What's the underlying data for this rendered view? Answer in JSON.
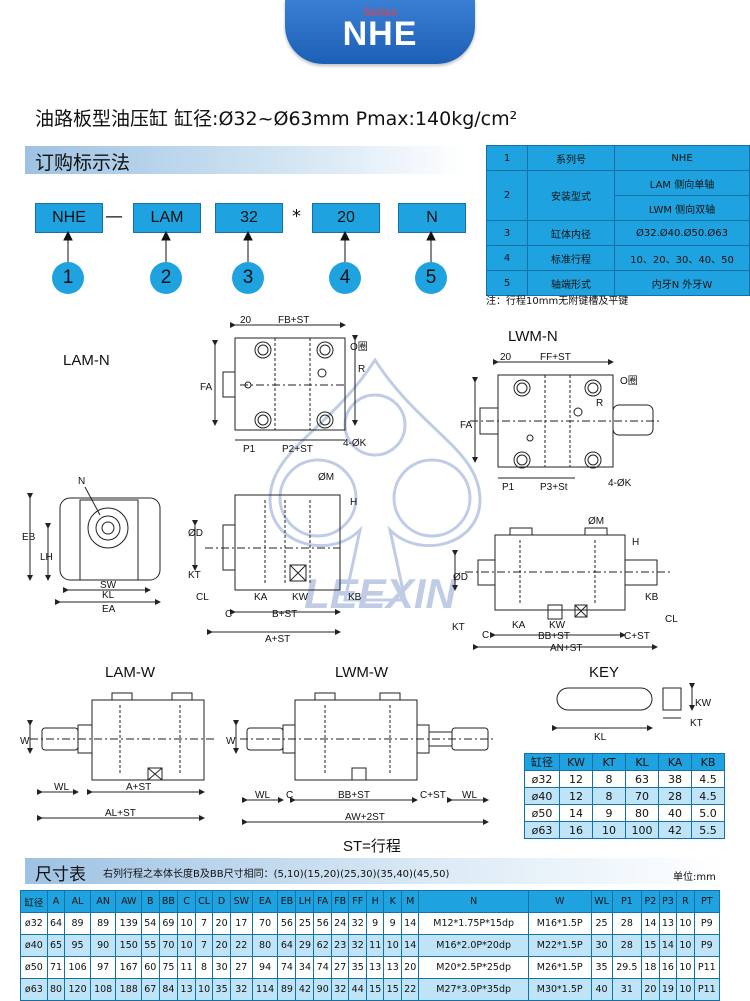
{
  "header": {
    "series_label": "Series",
    "title": "NHE"
  },
  "subtitle": "油路板型油压缸    缸径:Ø32~Ø63mm    Pmax:140kg/cm²",
  "order_section": {
    "title": "订购标示法",
    "codes": [
      "NHE",
      "LAM",
      "32",
      "20",
      "N"
    ],
    "separators": [
      "—",
      "*"
    ],
    "numbers": [
      "1",
      "2",
      "3",
      "4",
      "5"
    ]
  },
  "spec_table": {
    "rows": [
      {
        "num": "1",
        "label": "系列号",
        "values": [
          "NHE"
        ]
      },
      {
        "num": "2",
        "label": "安装型式",
        "values": [
          "LAM 侧向单轴",
          "LWM 侧向双轴"
        ]
      },
      {
        "num": "3",
        "label": "缸体内径",
        "values": [
          "Ø32.Ø40.Ø50.Ø63"
        ]
      },
      {
        "num": "4",
        "label": "标准行程",
        "values": [
          "10、20、30、40、50"
        ]
      },
      {
        "num": "5",
        "label": "轴端形式",
        "values": [
          "内牙N  外牙W"
        ]
      }
    ],
    "note": "注：行程10mm无附键槽及平键"
  },
  "drawings": {
    "lam_n": "LAM-N",
    "lwm_n": "LWM-N",
    "lam_w": "LAM-W",
    "lwm_w": "LWM-W",
    "key": "KEY",
    "st_note": "ST=行程",
    "watermark": "LEEXIN",
    "dims": {
      "d20": "20",
      "fb_st": "FB+ST",
      "ff_st": "FF+ST",
      "o_ring": "O圈",
      "fa": "FA",
      "r": "R",
      "p1": "P1",
      "p2_st": "P2+ST",
      "p3_st": "P3+St",
      "k4": "4-ØK",
      "n": "N",
      "eb": "EB",
      "lh": "LH",
      "sw": "SW",
      "kl": "KL",
      "ea": "EA",
      "om": "ØM",
      "h": "H",
      "od": "ØD",
      "kt": "KT",
      "cl": "CL",
      "ka": "KA",
      "kw": "KW",
      "kb": "KB",
      "c": "C",
      "b_st": "B+ST",
      "a_st": "A+ST",
      "bb_st": "BB+ST",
      "c_st": "C+ST",
      "an_st": "AN+ST",
      "w": "W",
      "wl": "WL",
      "al_st": "AL+ST",
      "aw_2st": "AW+2ST"
    }
  },
  "key_table": {
    "headers": [
      "缸径",
      "KW",
      "KT",
      "KL",
      "KA",
      "KB"
    ],
    "rows": [
      [
        "ø32",
        "12",
        "8",
        "63",
        "38",
        "4.5"
      ],
      [
        "ø40",
        "12",
        "8",
        "70",
        "28",
        "4.5"
      ],
      [
        "ø50",
        "14",
        "9",
        "80",
        "40",
        "5.0"
      ],
      [
        "ø63",
        "16",
        "10",
        "100",
        "42",
        "5.5"
      ]
    ]
  },
  "dim_section": {
    "title": "尺寸表",
    "note": "右列行程之本体长度B及BB尺寸相同：(5,10)(15,20)(25,30)(35,40)(45,50)",
    "unit": "单位:mm",
    "headers": [
      "缸径",
      "A",
      "AL",
      "AN",
      "AW",
      "B",
      "BB",
      "C",
      "CL",
      "D",
      "SW",
      "EA",
      "EB",
      "LH",
      "FA",
      "FB",
      "FF",
      "H",
      "K",
      "M",
      "N",
      "W",
      "WL",
      "P1",
      "P2",
      "P3",
      "R",
      "PT"
    ],
    "rows": [
      [
        "ø32",
        "64",
        "89",
        "89",
        "139",
        "54",
        "69",
        "10",
        "7",
        "20",
        "17",
        "70",
        "56",
        "25",
        "56",
        "24",
        "32",
        "9",
        "9",
        "14",
        "M12*1.75P*15dp",
        "M16*1.5P",
        "25",
        "28",
        "14",
        "13",
        "10",
        "P9"
      ],
      [
        "ø40",
        "65",
        "95",
        "90",
        "150",
        "55",
        "70",
        "10",
        "7",
        "20",
        "22",
        "80",
        "64",
        "29",
        "62",
        "23",
        "32",
        "11",
        "10",
        "14",
        "M16*2.0P*20dp",
        "M22*1.5P",
        "30",
        "28",
        "15",
        "14",
        "10",
        "P9"
      ],
      [
        "ø50",
        "71",
        "106",
        "97",
        "167",
        "60",
        "75",
        "11",
        "8",
        "30",
        "27",
        "94",
        "74",
        "34",
        "74",
        "27",
        "35",
        "13",
        "13",
        "20",
        "M20*2.5P*25dp",
        "M26*1.5P",
        "35",
        "29.5",
        "18",
        "16",
        "10",
        "P11"
      ],
      [
        "ø63",
        "80",
        "120",
        "108",
        "188",
        "67",
        "84",
        "13",
        "10",
        "35",
        "32",
        "114",
        "89",
        "42",
        "90",
        "32",
        "44",
        "15",
        "15",
        "22",
        "M27*3.0P*35dp",
        "M30*1.5P",
        "40",
        "31",
        "20",
        "19",
        "10",
        "P11"
      ]
    ]
  }
}
